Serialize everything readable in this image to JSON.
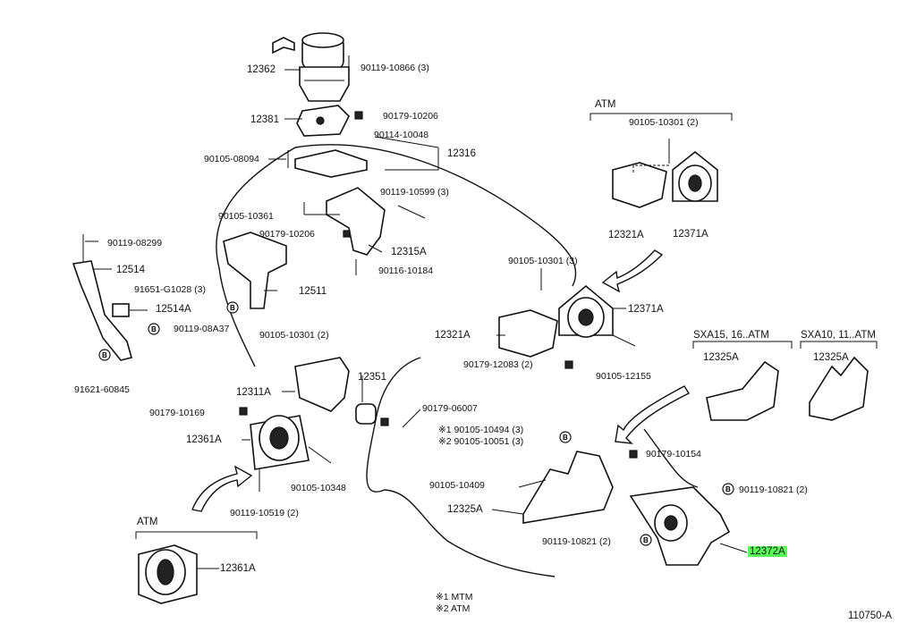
{
  "diagram": {
    "labels": [
      {
        "id": "l1",
        "text": "12362"
      },
      {
        "id": "l2",
        "text": "90119-10866 (3)"
      },
      {
        "id": "l3",
        "text": "12381"
      },
      {
        "id": "l4",
        "text": "90179-10206"
      },
      {
        "id": "l5",
        "text": "90114-10048"
      },
      {
        "id": "l6",
        "text": "90105-08094"
      },
      {
        "id": "l7",
        "text": "12316"
      },
      {
        "id": "l8",
        "text": "90119-10599 (3)"
      },
      {
        "id": "l9",
        "text": "90105-10361"
      },
      {
        "id": "l10",
        "text": "90179-10206"
      },
      {
        "id": "l11",
        "text": "12315A"
      },
      {
        "id": "l12",
        "text": "90116-10184"
      },
      {
        "id": "l13",
        "text": "90119-08299"
      },
      {
        "id": "l14",
        "text": "12514"
      },
      {
        "id": "l15",
        "text": "91651-G1028 (3)"
      },
      {
        "id": "l16",
        "text": "12511"
      },
      {
        "id": "l17",
        "text": "12514A"
      },
      {
        "id": "l18",
        "text": "90119-08A37"
      },
      {
        "id": "l19",
        "text": "91621-60845"
      },
      {
        "id": "l20",
        "text": "90105-10301 (2)"
      },
      {
        "id": "l21",
        "text": "12311A"
      },
      {
        "id": "l22",
        "text": "12351"
      },
      {
        "id": "l23",
        "text": "90179-10169"
      },
      {
        "id": "l24",
        "text": "12361A"
      },
      {
        "id": "l25",
        "text": "90105-10348"
      },
      {
        "id": "l26",
        "text": "90119-10519 (2)"
      },
      {
        "id": "l27",
        "text": "ATM"
      },
      {
        "id": "l28",
        "text": "12361A"
      },
      {
        "id": "l29",
        "text": "ATM"
      },
      {
        "id": "l30",
        "text": "90105-10301 (2)"
      },
      {
        "id": "l31",
        "text": "12321A"
      },
      {
        "id": "l32",
        "text": "12371A"
      },
      {
        "id": "l33",
        "text": "90105-10301 (3)"
      },
      {
        "id": "l34",
        "text": "12371A"
      },
      {
        "id": "l35",
        "text": "12321A"
      },
      {
        "id": "l36",
        "text": "90179-12083 (2)"
      },
      {
        "id": "l37",
        "text": "90105-12155"
      },
      {
        "id": "l38",
        "text": "90179-06007"
      },
      {
        "id": "l39",
        "text": "※1 90105-10494 (3)"
      },
      {
        "id": "l40",
        "text": "※2 90105-10051 (3)"
      },
      {
        "id": "l41",
        "text": "90105-10409"
      },
      {
        "id": "l42",
        "text": "12325A"
      },
      {
        "id": "l43",
        "text": "90119-10821 (2)"
      },
      {
        "id": "l44",
        "text": "SXA15, 16..ATM"
      },
      {
        "id": "l45",
        "text": "SXA10, 11..ATM"
      },
      {
        "id": "l46",
        "text": "12325A"
      },
      {
        "id": "l47",
        "text": "12325A"
      },
      {
        "id": "l48",
        "text": "90179-10154"
      },
      {
        "id": "l49",
        "text": "90119-10821 (2)"
      },
      {
        "id": "l50",
        "text": "12372A"
      },
      {
        "id": "l51",
        "text": "※1 MTM"
      },
      {
        "id": "l52",
        "text": "※2 ATM"
      },
      {
        "id": "l53",
        "text": "110750-A"
      }
    ],
    "callout_letter": "B",
    "highlight_color": "#59ff59"
  }
}
